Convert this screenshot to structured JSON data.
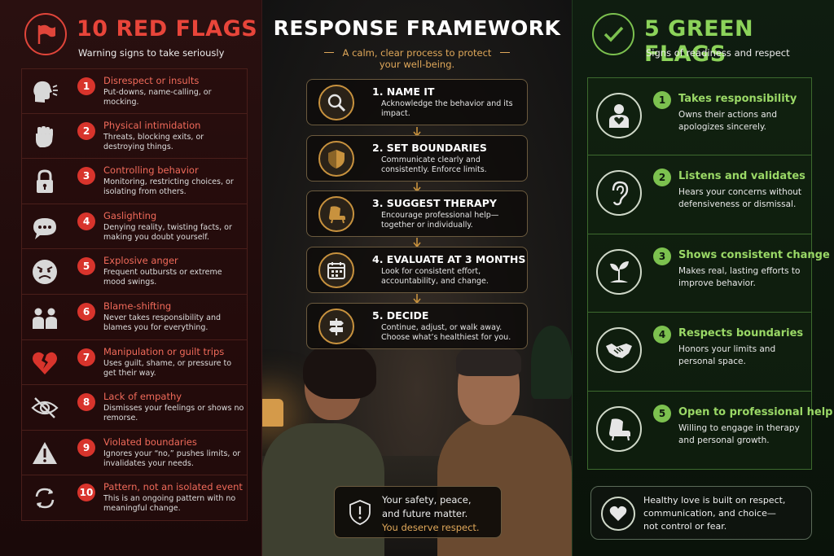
{
  "red": {
    "title": "10 RED FLAGS",
    "subtitle": "Warning signs to take seriously",
    "items": [
      {
        "num": "1",
        "title": "Disrespect or insults",
        "desc": "Put-downs, name-calling, or mocking.",
        "icon": "shouting-head-icon"
      },
      {
        "num": "2",
        "title": "Physical intimidation",
        "desc": "Threats, blocking exits, or destroying things.",
        "icon": "fist-icon"
      },
      {
        "num": "3",
        "title": "Controlling behavior",
        "desc": "Monitoring, restricting choices, or isolating from others.",
        "icon": "padlock-icon"
      },
      {
        "num": "4",
        "title": "Gaslighting",
        "desc": "Denying reality, twisting facts, or making you doubt yourself.",
        "icon": "speech-bubble-icon"
      },
      {
        "num": "5",
        "title": "Explosive anger",
        "desc": "Frequent outbursts or extreme mood swings.",
        "icon": "angry-face-icon"
      },
      {
        "num": "6",
        "title": "Blame-shifting",
        "desc": "Never takes responsibility and blames you for everything.",
        "icon": "two-people-icon"
      },
      {
        "num": "7",
        "title": "Manipulation or guilt trips",
        "desc": "Uses guilt, shame, or pressure to get their way.",
        "icon": "broken-heart-icon"
      },
      {
        "num": "8",
        "title": "Lack of empathy",
        "desc": "Dismisses your feelings or shows no remorse.",
        "icon": "eye-slash-icon"
      },
      {
        "num": "9",
        "title": "Violated boundaries",
        "desc": "Ignores your “no,” pushes limits, or invalidates your needs.",
        "icon": "warning-triangle-icon"
      },
      {
        "num": "10",
        "title": "Pattern, not an isolated event",
        "desc": "This is an ongoing pattern with no meaningful change.",
        "icon": "cycle-arrows-icon"
      }
    ]
  },
  "middle": {
    "title": "RESPONSE FRAMEWORK",
    "subtitle_line1": "A calm, clear process to protect",
    "subtitle_line2": "your well-being.",
    "steps": [
      {
        "title": "1.  NAME IT",
        "desc": "Acknowledge the behavior and its impact.",
        "icon": "magnifier-icon"
      },
      {
        "title": "2.  SET BOUNDARIES",
        "desc": "Communicate clearly and consistently. Enforce limits.",
        "icon": "shield-icon"
      },
      {
        "title": "3.  SUGGEST THERAPY",
        "desc": "Encourage professional help—together or individually.",
        "icon": "armchair-icon"
      },
      {
        "title": "4.  EVALUATE AT 3 MONTHS",
        "desc": "Look for consistent effort, accountability, and change.",
        "icon": "calendar-icon"
      },
      {
        "title": "5.  DECIDE",
        "desc": "Continue, adjust, or walk away. Choose what’s healthiest for you.",
        "icon": "signpost-icon"
      }
    ],
    "safety_line1": "Your safety, peace,",
    "safety_line2": "and future matter.",
    "safety_line3": "You deserve respect."
  },
  "green": {
    "title": "5 GREEN FLAGS",
    "subtitle": "Signs of readiness and respect",
    "items": [
      {
        "num": "1",
        "title": "Takes responsibility",
        "desc": "Owns their actions and apologizes sincerely.",
        "icon": "person-heart-icon"
      },
      {
        "num": "2",
        "title": "Listens and validates",
        "desc": "Hears your concerns without defensiveness or dismissal.",
        "icon": "ear-icon"
      },
      {
        "num": "3",
        "title": "Shows consistent change",
        "desc": "Makes real, lasting efforts to improve behavior.",
        "icon": "sprout-icon"
      },
      {
        "num": "4",
        "title": "Respects boundaries",
        "desc": "Honors your limits and personal space.",
        "icon": "handshake-icon"
      },
      {
        "num": "5",
        "title": "Open to professional help",
        "desc": "Willing to engage in therapy and personal growth.",
        "icon": "armchair-icon"
      }
    ],
    "love_line1": "Healthy love is built on respect,",
    "love_line2": "communication, and choice—",
    "love_line3": "not control or fear."
  },
  "colors": {
    "red_accent": "#e8453a",
    "gold_accent": "#e0a85a",
    "green_accent": "#8cd35a"
  }
}
